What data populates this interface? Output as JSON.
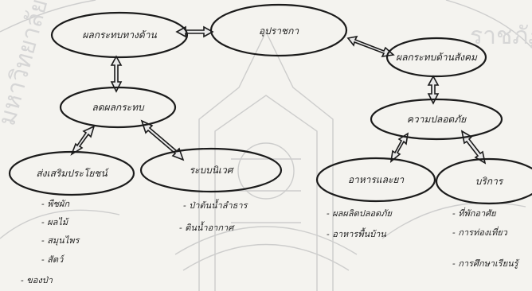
{
  "watermark": {
    "text_left": "มหาวิทยาลัยราชภัฏ",
    "text_right": "ราชภัฏ"
  },
  "diagram": {
    "center": "อุปราชกา",
    "nodes": {
      "n1": "ผลกระทบทางด้าน",
      "n2": "ลดผลกระทบ",
      "n3": "ส่งเสริมประโยชน์",
      "n4": "ระบบนิเวศ",
      "n5": "ผลกระทบด้านสังคม",
      "n6": "ความปลอดภัย",
      "n7": "อาหารและยา",
      "n8": "บริการ"
    },
    "lists": {
      "n3": [
        "- พืชผัก",
        "- ผลไม้",
        "- สมุนไพร",
        "- สัตว์",
        "- ของป่า"
      ],
      "n4": [
        "- ป่าต้นน้ำลำธาร",
        "- ดินน้ำอากาศ"
      ],
      "n7": [
        "- ผลผลิตปลอดภัย",
        "- อาหารพื้นบ้าน"
      ],
      "n8": [
        "- ที่พักอาศัย",
        "- การท่องเที่ยว",
        "- การศึกษาเรียนรู้"
      ]
    }
  }
}
